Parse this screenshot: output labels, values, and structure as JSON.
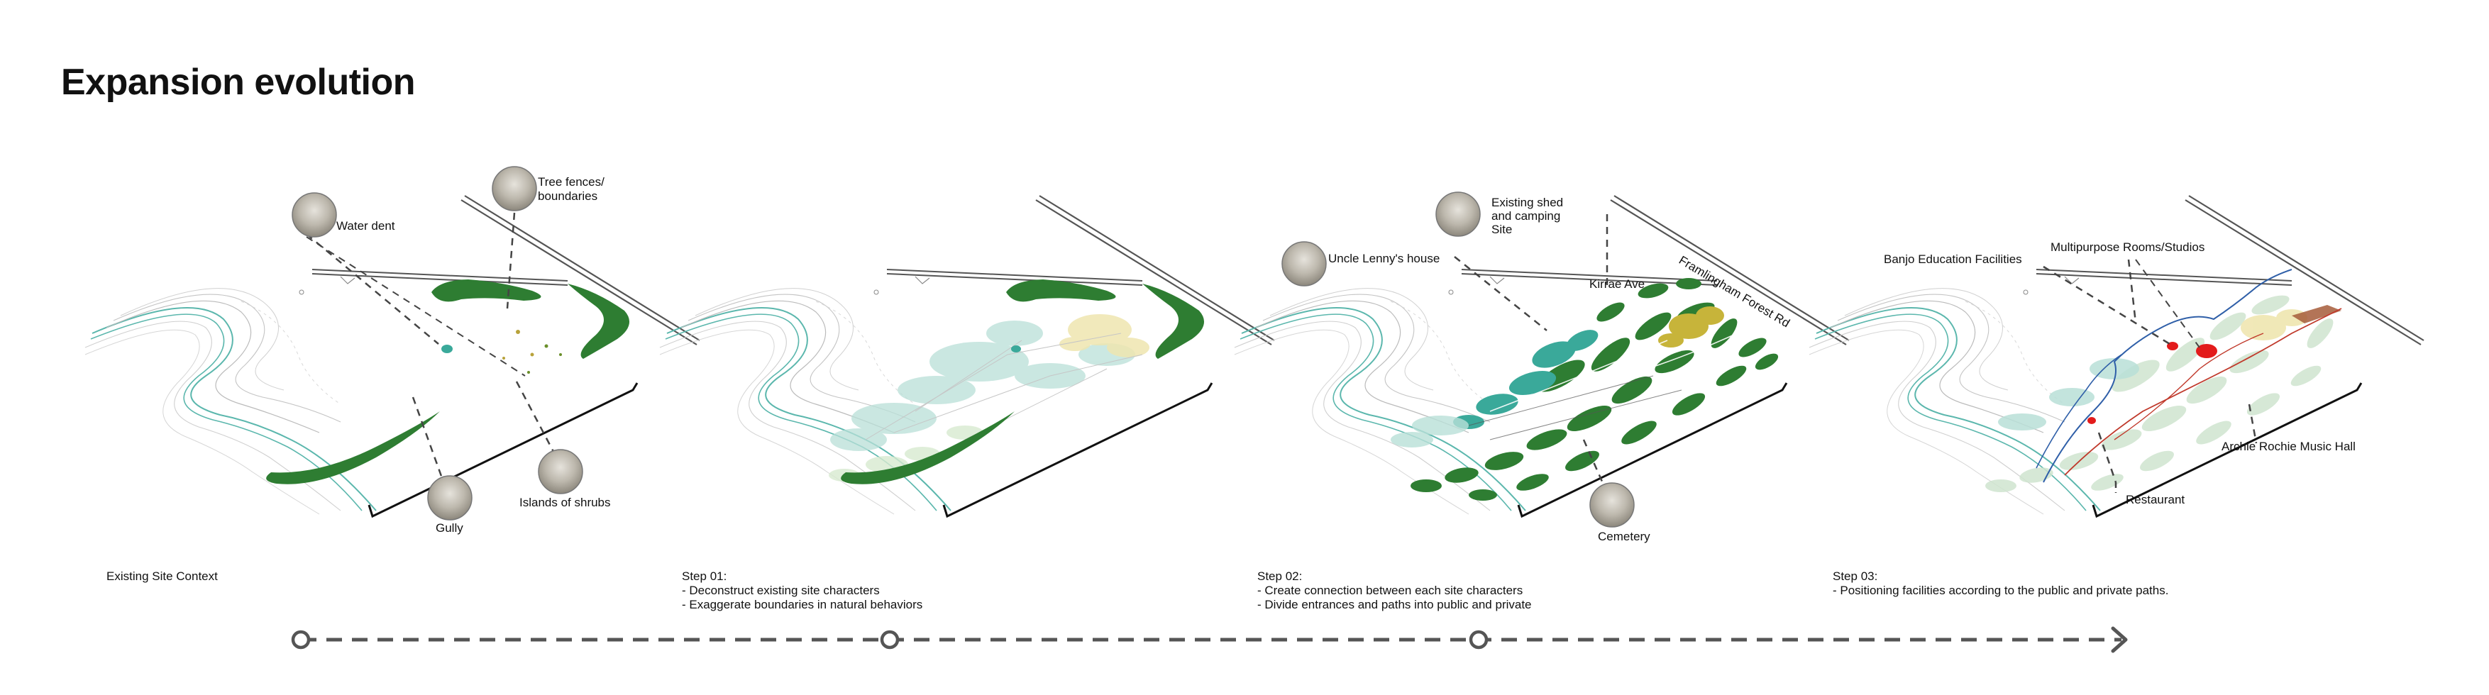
{
  "title": "Expansion evolution",
  "panels": [
    {
      "caption": [
        "Existing Site Context"
      ],
      "labels": {
        "water_dent": "Water dent",
        "tree_fences": [
          "Tree fences/",
          "boundaries"
        ],
        "gully": "Gully",
        "islands": "Islands of shrubs"
      }
    },
    {
      "caption": [
        "Step 01:",
        "- Deconstruct existing site characters",
        "- Exaggerate boundaries in natural behaviors"
      ]
    },
    {
      "caption": [
        "Step 02:",
        "- Create connection between each site characters",
        "- Divide entrances and paths into public and private"
      ],
      "labels": {
        "uncle_lenny": "Uncle Lenny's house",
        "existing_shed": [
          "Existing shed",
          "and camping",
          "Site"
        ],
        "kirrae_ave": "Kirrae Ave",
        "framlingham": "Framlingham Forest Rd",
        "cemetery": "Cemetery"
      }
    },
    {
      "caption": [
        "Step 03:",
        "- Positioning facilities according to the public and private paths."
      ],
      "labels": {
        "banjo": "Banjo Education Facilities",
        "multipurpose": "Multipurpose Rooms/Studios",
        "archie": "Archie Rochie Music Hall",
        "restaurant": "Restaurant"
      }
    }
  ],
  "colors": {
    "forest_green": "#2e7d32",
    "teal": "#3aa99a",
    "pale_teal": "#b9e0d8",
    "ochre": "#c7b43a",
    "red": "#e31b1b",
    "timeline": "#555555"
  }
}
